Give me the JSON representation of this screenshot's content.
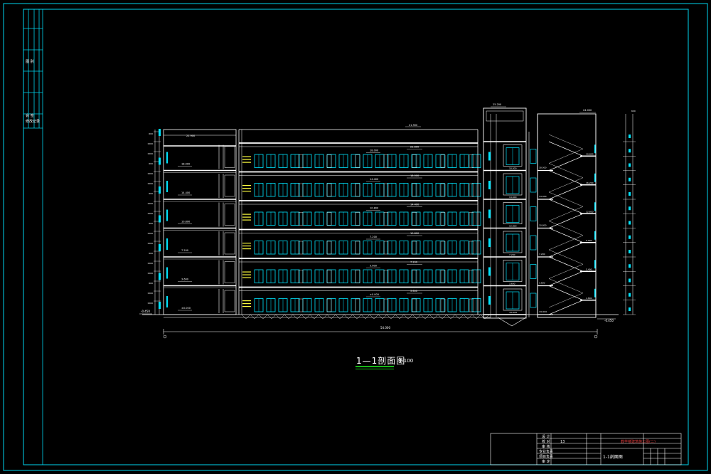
{
  "drawing": {
    "title": "1—1剖面图",
    "scale": "1:100",
    "total_width_dim": "54.000",
    "ground_level_left": "-0.450",
    "ground_level_right": "-0.450",
    "roof_level": "21.900",
    "stair_roof_level": "24.000",
    "machine_room_level": "25.200",
    "floor_levels": [
      "±0.000",
      "3.600",
      "7.200",
      "10.800",
      "14.400",
      "18.000"
    ],
    "floor_levels_right": [
      "3.600",
      "7.200",
      "10.800",
      "14.400",
      "18.000",
      "21.600"
    ],
    "landing_levels": [
      "1.800",
      "5.400",
      "9.000",
      "12.600",
      "16.200",
      "19.800"
    ],
    "dim_segments": [
      "600",
      "1500",
      "1500",
      "600",
      "1500",
      "1500",
      "600",
      "1500",
      "1500",
      "600",
      "1500",
      "1500",
      "600",
      "1500",
      "1500",
      "600",
      "1500",
      "1500"
    ],
    "floors": 6
  },
  "title_block": {
    "red_label": "教学楼建筑施工图(二)",
    "sheet_name": "1-1剖面图",
    "sheet_no": "13",
    "cells": [
      "设 计",
      "校 对",
      "审 核",
      "专业负责",
      "项目负责",
      "审 定"
    ]
  },
  "left_strip": {
    "labels": [
      "会 签",
      "修改记录",
      "图 别"
    ]
  },
  "colors": {
    "frame": "#00d4ee",
    "lines": "#ffffff",
    "window": "#00e5ff",
    "accent": "#ffff40",
    "title_underline": "#17b817",
    "red_text": "#e23b3b"
  }
}
